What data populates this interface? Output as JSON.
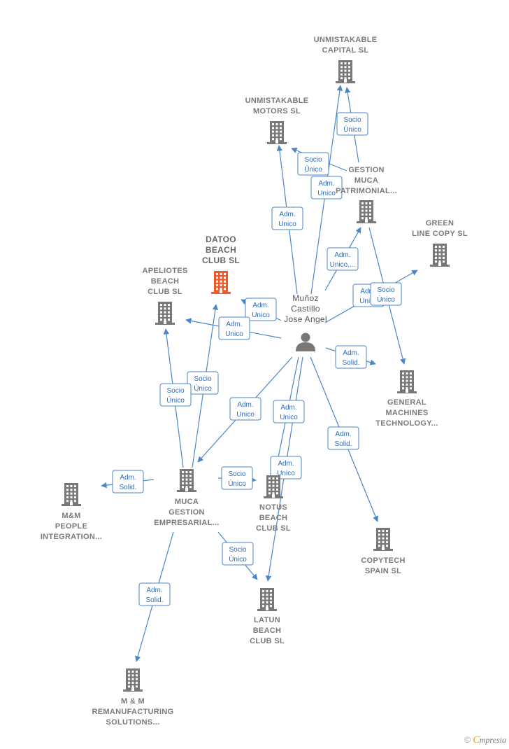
{
  "colors": {
    "building": "#787878",
    "highlight": "#f05a28",
    "edge": "#4a86c8",
    "person": "#777777"
  },
  "nodes": [
    {
      "id": "capital",
      "icon": "building-icon",
      "lines": [
        "UNMISTAKABLE",
        "CAPITAL  SL"
      ]
    },
    {
      "id": "motors",
      "icon": "building-icon",
      "lines": [
        "UNMISTAKABLE",
        "MOTORS  SL"
      ]
    },
    {
      "id": "muca_pat",
      "icon": "building-icon",
      "lines": [
        "GESTION",
        "MUCA",
        "PATRIMONIAL..."
      ]
    },
    {
      "id": "green",
      "icon": "building-icon",
      "lines": [
        "GREEN",
        "LINE COPY SL"
      ]
    },
    {
      "id": "datoo",
      "icon": "building-icon",
      "highlight": true,
      "lines": [
        "DATOO",
        "BEACH",
        "CLUB  SL"
      ]
    },
    {
      "id": "apeliotes",
      "icon": "building-icon",
      "lines": [
        "APELIOTES",
        "BEACH",
        "CLUB  SL"
      ]
    },
    {
      "id": "person",
      "icon": "person-icon",
      "person": true,
      "lines": [
        "Muñoz",
        "Castillo",
        "Jose Angel"
      ]
    },
    {
      "id": "general",
      "icon": "building-icon",
      "lines": [
        "GENERAL",
        "MACHINES",
        "TECHNOLOGY..."
      ]
    },
    {
      "id": "mm_people",
      "icon": "building-icon",
      "lines": [
        "M&M",
        "PEOPLE",
        "INTEGRATION..."
      ]
    },
    {
      "id": "muca_emp",
      "icon": "building-icon",
      "lines": [
        "MUCA",
        "GESTION",
        "EMPRESARIAL..."
      ]
    },
    {
      "id": "notus",
      "icon": "building-icon",
      "lines": [
        "NOTUS",
        "BEACH",
        "CLUB  SL"
      ]
    },
    {
      "id": "copytech",
      "icon": "building-icon",
      "lines": [
        "COPYTECH",
        "SPAIN SL"
      ]
    },
    {
      "id": "latun",
      "icon": "building-icon",
      "lines": [
        "LATUN",
        "BEACH",
        "CLUB  SL"
      ]
    },
    {
      "id": "remanu",
      "icon": "building-icon",
      "lines": [
        "M & M",
        "REMANUFACTURING",
        "SOLUTIONS..."
      ]
    }
  ],
  "edges": [
    {
      "from": "person",
      "to": "capital",
      "label": [
        "Adm.",
        "Unico"
      ]
    },
    {
      "from": "muca_pat",
      "to": "capital",
      "label": [
        "Socio",
        "Único"
      ]
    },
    {
      "from": "muca_pat",
      "to": "motors",
      "label": [
        "Socio",
        "Único"
      ]
    },
    {
      "from": "person",
      "to": "motors",
      "label": [
        "Adm.",
        "Unico"
      ]
    },
    {
      "from": "person",
      "to": "muca_pat",
      "label": [
        "Adm.",
        "Unico,..."
      ]
    },
    {
      "from": "person",
      "to": "green",
      "label": [
        "Adm.",
        "Unico"
      ]
    },
    {
      "from": "muca_pat",
      "to": "general",
      "label": [
        "Socio",
        "Único"
      ]
    },
    {
      "from": "person",
      "to": "datoo",
      "label": [
        "Adm.",
        "Unico"
      ]
    },
    {
      "from": "person",
      "to": "apeliotes",
      "label": [
        "Adm.",
        "Unico"
      ]
    },
    {
      "from": "person",
      "to": "general",
      "label": [
        "Adm.",
        "Solid."
      ]
    },
    {
      "from": "muca_emp",
      "to": "datoo",
      "label": [
        "Socio",
        "Único"
      ]
    },
    {
      "from": "muca_emp",
      "to": "apeliotes",
      "label": [
        "Socio",
        "Único"
      ]
    },
    {
      "from": "person",
      "to": "muca_emp",
      "label": [
        "Adm.",
        "Unico"
      ]
    },
    {
      "from": "person",
      "to": "latun",
      "label": [
        "Adm.",
        "Unico"
      ]
    },
    {
      "from": "person",
      "to": "notus",
      "label": [
        "Adm.",
        "Unico"
      ]
    },
    {
      "from": "person",
      "to": "copytech",
      "label": [
        "Adm.",
        "Solid."
      ]
    },
    {
      "from": "muca_emp",
      "to": "mm_people",
      "label": [
        "Adm.",
        "Solid."
      ]
    },
    {
      "from": "muca_emp",
      "to": "notus",
      "label": [
        "Socio",
        "Único"
      ]
    },
    {
      "from": "muca_emp",
      "to": "latun",
      "label": [
        "Socio",
        "Único"
      ]
    },
    {
      "from": "muca_emp",
      "to": "remanu",
      "label": [
        "Adm.",
        "Solid."
      ]
    }
  ],
  "footer": {
    "copyright": "©",
    "brand_first": "C",
    "brand_rest": "mpresia"
  }
}
